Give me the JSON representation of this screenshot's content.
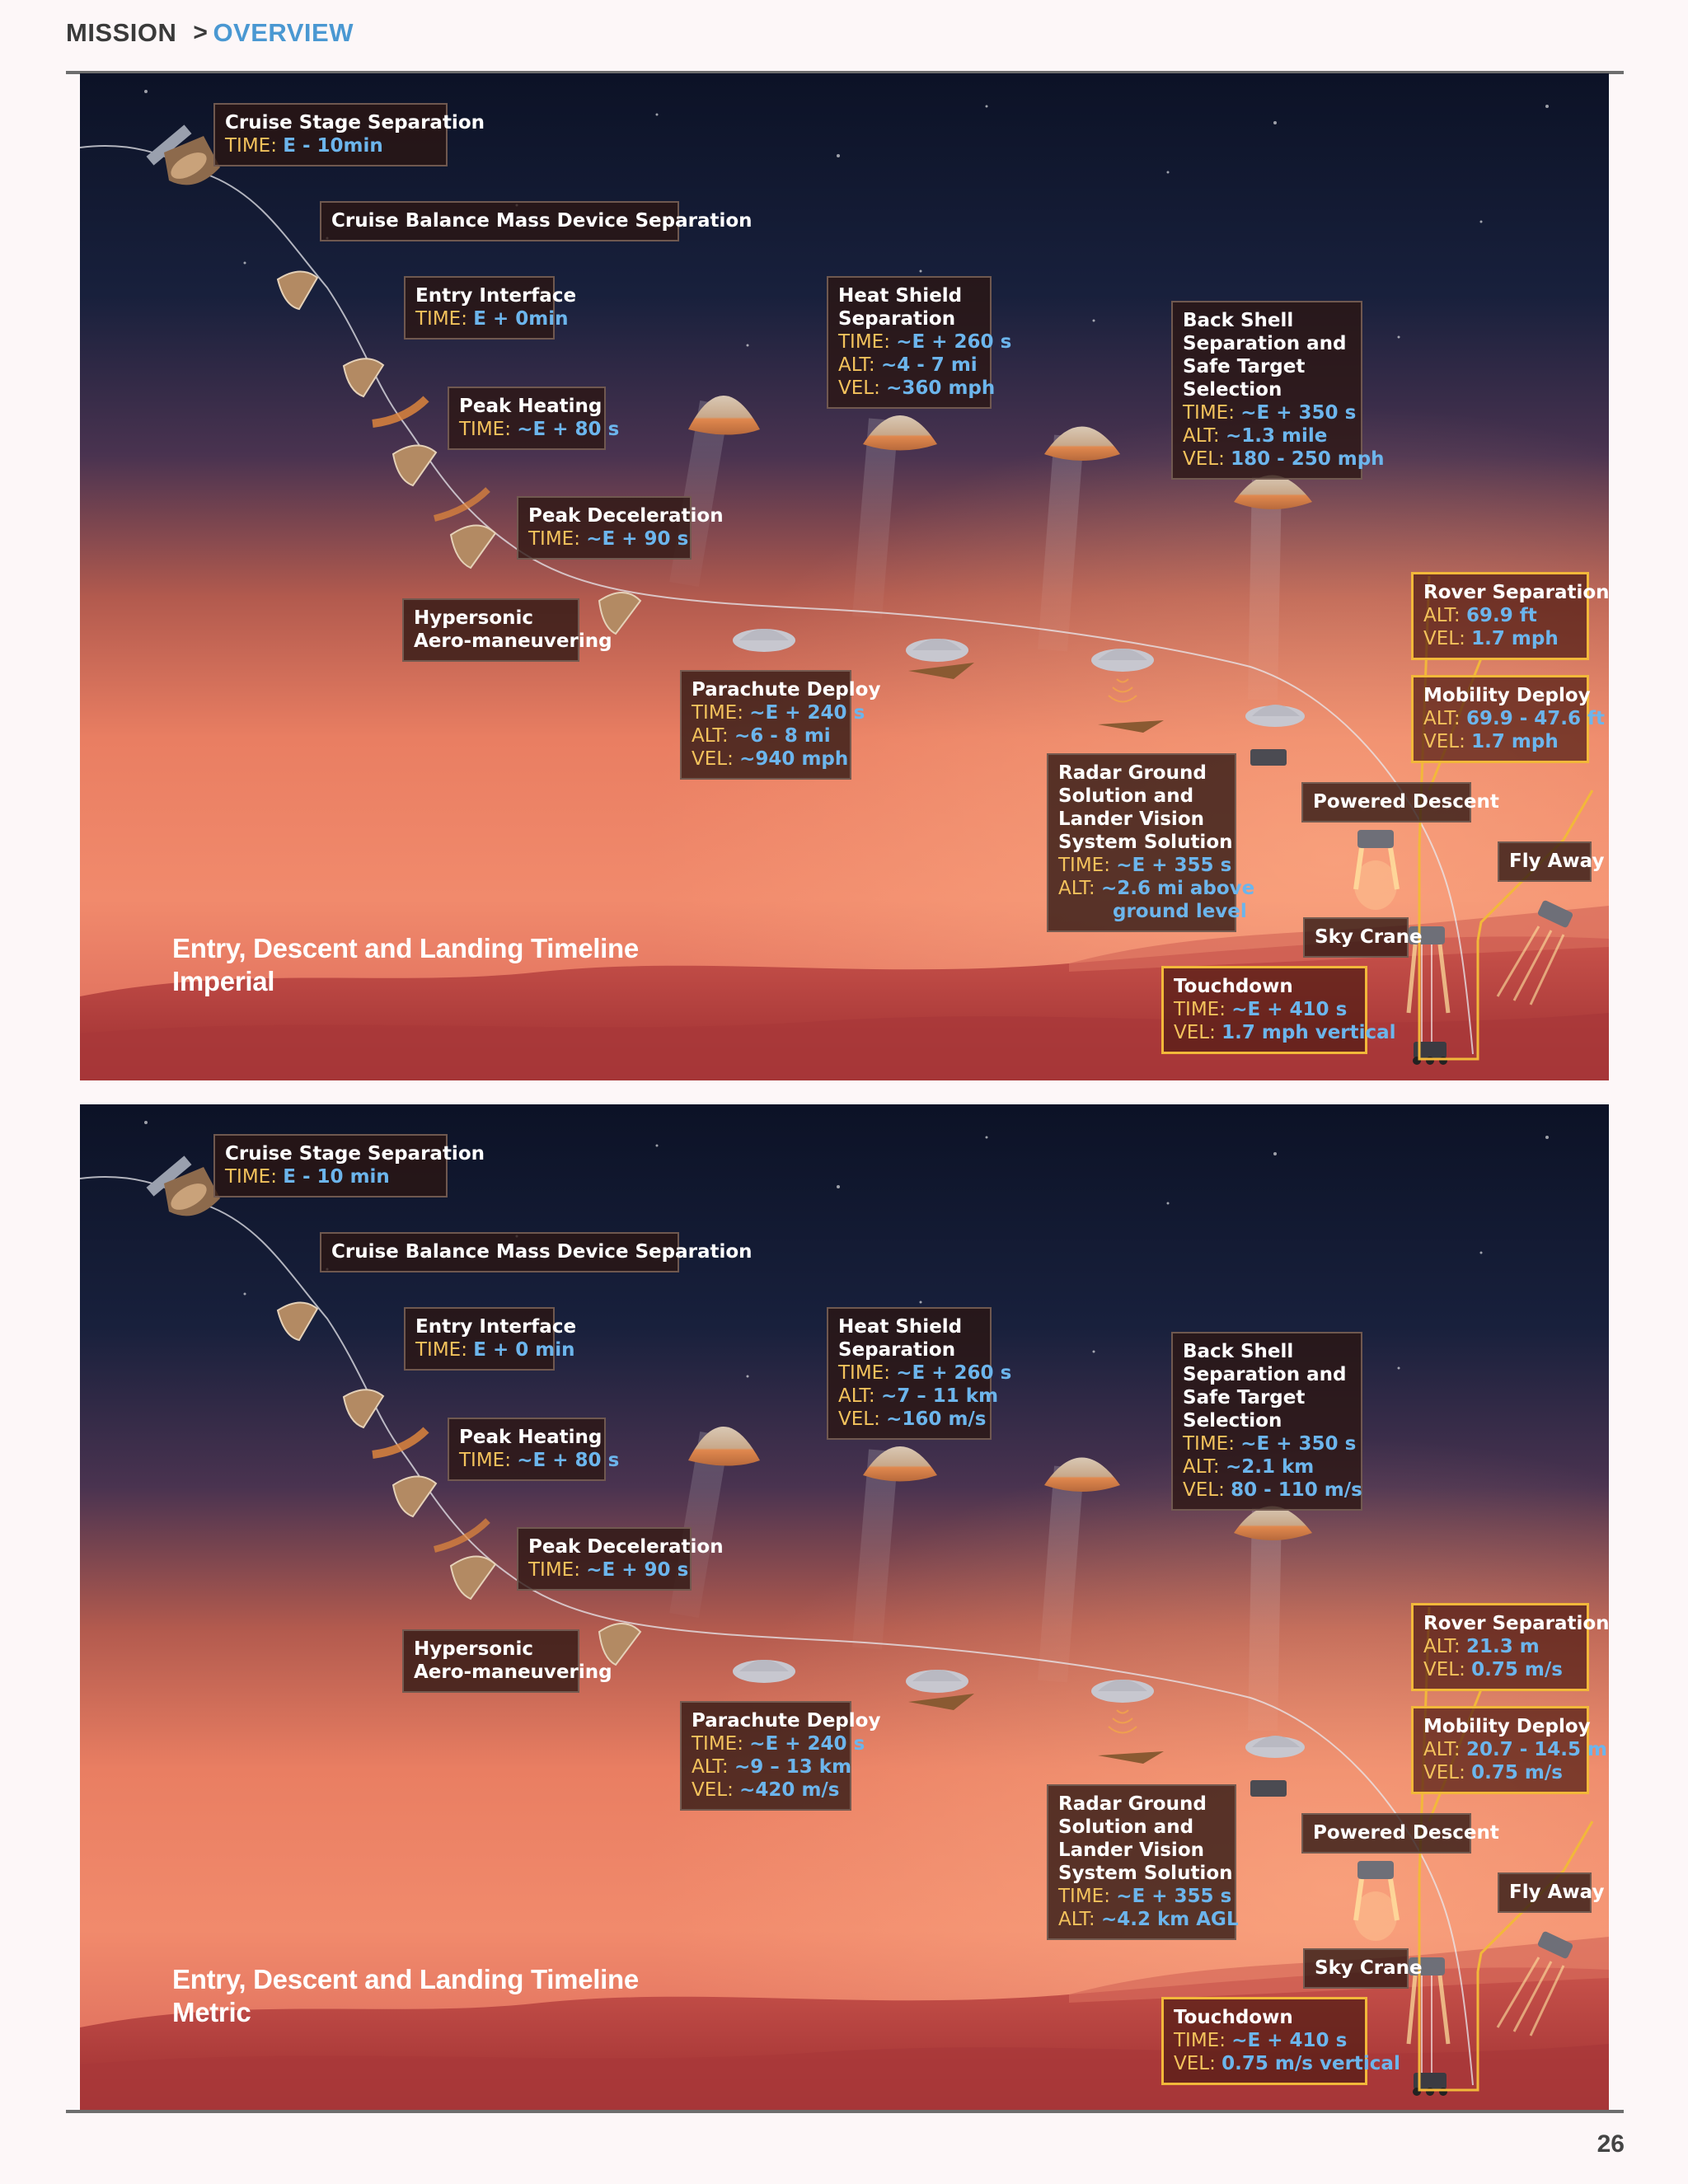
{
  "breadcrumb": {
    "section": "MISSION",
    "separator": ">",
    "current": "OVERVIEW"
  },
  "page_number": "26",
  "colors": {
    "accent": "#4a98d2",
    "label_key": "#f3c25c",
    "label_value": "#6cb5ec",
    "highlight_border": "#f2b83a"
  },
  "panels": [
    {
      "title": "Entry, Descent and Landing Timeline",
      "subtitle": "Imperial",
      "events": {
        "cruise_stage": {
          "title": "Cruise Stage Separation",
          "time_key": "TIME:",
          "time": "E - 10min"
        },
        "cruise_balance": {
          "title": "Cruise Balance Mass Device Separation"
        },
        "entry_interface": {
          "title": "Entry Interface",
          "time_key": "TIME:",
          "time": "E + 0min"
        },
        "peak_heating": {
          "title": "Peak Heating",
          "time_key": "TIME:",
          "time": "~E + 80 s"
        },
        "peak_deceleration": {
          "title": "Peak Deceleration",
          "time_key": "TIME:",
          "time": "~E + 90 s"
        },
        "hypersonic": {
          "title_1": "Hypersonic",
          "title_2": "Aero-maneuvering"
        },
        "parachute": {
          "title": "Parachute Deploy",
          "time_key": "TIME:",
          "time": "~E + 240 s",
          "alt_key": "ALT:",
          "alt": "~6 - 8 mi",
          "vel_key": "VEL:",
          "vel": "~940 mph"
        },
        "heat_shield": {
          "title_1": "Heat Shield",
          "title_2": "Separation",
          "time_key": "TIME:",
          "time": "~E + 260 s",
          "alt_key": "ALT:",
          "alt": "~4 - 7 mi",
          "vel_key": "VEL:",
          "vel": "~360 mph"
        },
        "back_shell": {
          "title_1": "Back Shell",
          "title_2": "Separation and",
          "title_3": "Safe Target",
          "title_4": "Selection",
          "time_key": "TIME:",
          "time": "~E + 350 s",
          "alt_key": "ALT:",
          "alt": "~1.3 mile",
          "vel_key": "VEL:",
          "vel": "180 - 250 mph"
        },
        "radar": {
          "title_1": "Radar Ground",
          "title_2": "Solution and",
          "title_3": "Lander Vision",
          "title_4": "System Solution",
          "time_key": "TIME:",
          "time": "~E + 355 s",
          "alt_key": "ALT:",
          "alt": "~2.6 mi above",
          "alt_cont": "ground level"
        },
        "rover_separation": {
          "title": "Rover Separation",
          "alt_key": "ALT:",
          "alt": "69.9 ft",
          "vel_key": "VEL:",
          "vel": "1.7 mph"
        },
        "mobility_deploy": {
          "title": "Mobility Deploy",
          "alt_key": "ALT:",
          "alt": "69.9 - 47.6 ft",
          "vel_key": "VEL:",
          "vel": "1.7 mph"
        },
        "powered_descent": {
          "title": "Powered Descent"
        },
        "fly_away": {
          "title": "Fly Away"
        },
        "sky_crane": {
          "title": "Sky Crane"
        },
        "touchdown": {
          "title": "Touchdown",
          "time_key": "TIME:",
          "time": "~E + 410 s",
          "vel_key": "VEL:",
          "vel": "1.7 mph vertical"
        }
      }
    },
    {
      "title": "Entry, Descent and Landing Timeline",
      "subtitle": "Metric",
      "events": {
        "cruise_stage": {
          "title": "Cruise Stage Separation",
          "time_key": "TIME:",
          "time": "E - 10 min"
        },
        "cruise_balance": {
          "title": "Cruise Balance Mass Device Separation"
        },
        "entry_interface": {
          "title": "Entry Interface",
          "time_key": "TIME:",
          "time": "E + 0 min"
        },
        "peak_heating": {
          "title": "Peak Heating",
          "time_key": "TIME:",
          "time": "~E + 80 s"
        },
        "peak_deceleration": {
          "title": "Peak Deceleration",
          "time_key": "TIME:",
          "time": "~E + 90 s"
        },
        "hypersonic": {
          "title_1": "Hypersonic",
          "title_2": "Aero-maneuvering"
        },
        "parachute": {
          "title": "Parachute Deploy",
          "time_key": "TIME:",
          "time": "~E + 240 s",
          "alt_key": "ALT:",
          "alt": "~9 – 13 km",
          "vel_key": "VEL:",
          "vel": "~420 m/s"
        },
        "heat_shield": {
          "title_1": "Heat Shield",
          "title_2": "Separation",
          "time_key": "TIME:",
          "time": "~E + 260 s",
          "alt_key": "ALT:",
          "alt": "~7 – 11 km",
          "vel_key": "VEL:",
          "vel": "~160 m/s"
        },
        "back_shell": {
          "title_1": "Back Shell",
          "title_2": "Separation and",
          "title_3": "Safe Target",
          "title_4": "Selection",
          "time_key": "TIME:",
          "time": "~E + 350 s",
          "alt_key": "ALT:",
          "alt": "~2.1 km",
          "vel_key": "VEL:",
          "vel": "80 - 110 m/s"
        },
        "radar": {
          "title_1": "Radar Ground",
          "title_2": "Solution and",
          "title_3": "Lander Vision",
          "title_4": "System Solution",
          "time_key": "TIME:",
          "time": "~E + 355 s",
          "alt_key": "ALT:",
          "alt": "~4.2 km AGL"
        },
        "rover_separation": {
          "title": "Rover Separation",
          "alt_key": "ALT:",
          "alt": "21.3 m",
          "vel_key": "VEL:",
          "vel": " 0.75 m/s"
        },
        "mobility_deploy": {
          "title": "Mobility Deploy",
          "alt_key": "ALT:",
          "alt": "20.7 - 14.5 m",
          "vel_key": "VEL:",
          "vel": "0.75 m/s"
        },
        "powered_descent": {
          "title": "Powered Descent"
        },
        "fly_away": {
          "title": "Fly Away"
        },
        "sky_crane": {
          "title": "Sky Crane"
        },
        "touchdown": {
          "title": "Touchdown",
          "time_key": "TIME:",
          "time": "~E + 410 s",
          "vel_key": "VEL:",
          "vel": "0.75 m/s vertical"
        }
      }
    }
  ]
}
